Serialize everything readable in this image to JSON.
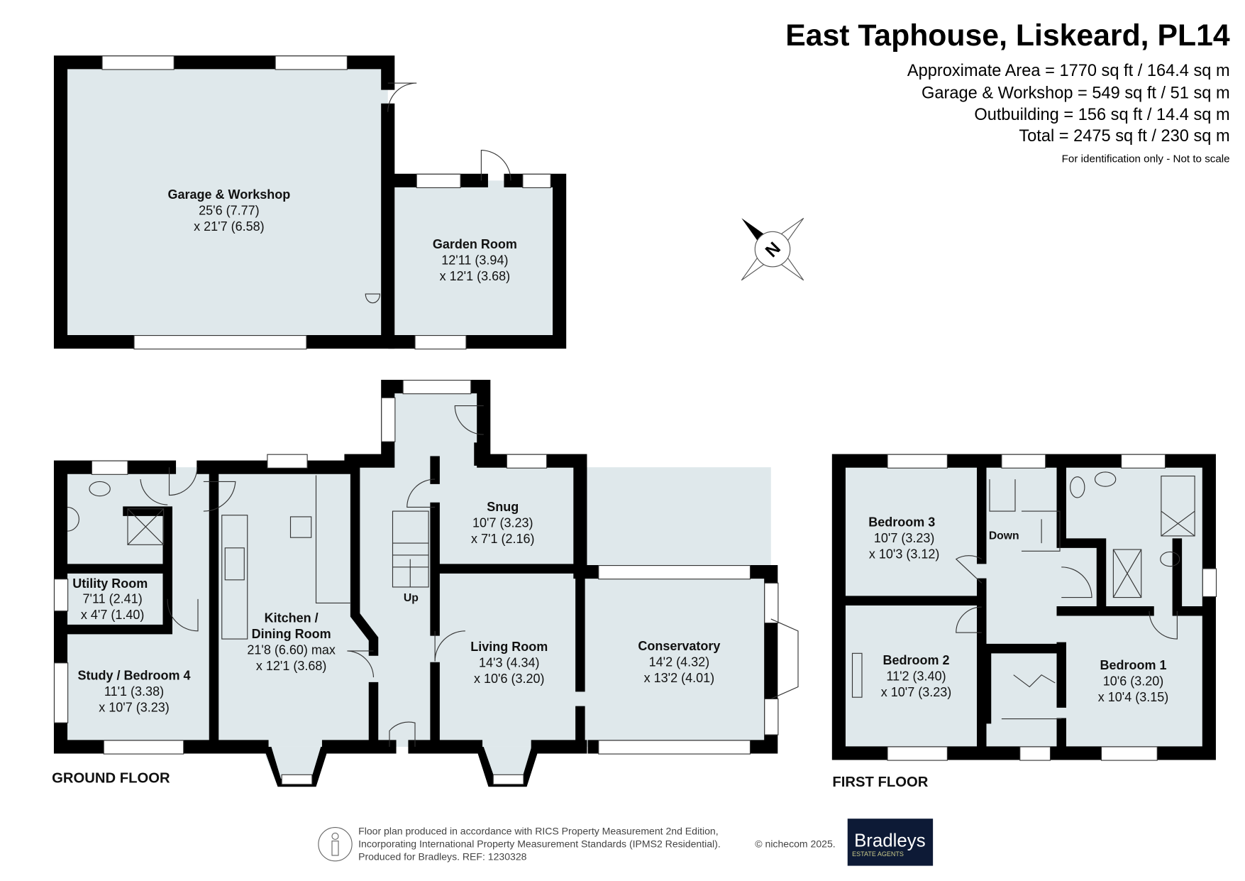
{
  "header": {
    "title": "East Taphouse, Liskeard, PL14",
    "areas": [
      "Approximate Area = 1770 sq ft / 164.4 sq m",
      "Garage & Workshop = 549 sq ft / 51 sq m",
      "Outbuilding = 156 sq ft / 14.4 sq m",
      "Total = 2475 sq ft / 230 sq m"
    ],
    "note": "For identification only - Not to scale"
  },
  "compass": {
    "label": "N"
  },
  "rooms": {
    "garage": {
      "name": "Garage & Workshop",
      "dim1": "25'6 (7.77)",
      "dim2": "x 21'7 (6.58)"
    },
    "garden_room": {
      "name": "Garden Room",
      "dim1": "12'11 (3.94)",
      "dim2": "x 12'1 (3.68)"
    },
    "utility": {
      "name": "Utility Room",
      "dim1": "7'11 (2.41)",
      "dim2": "x 4'7 (1.40)"
    },
    "study": {
      "name": "Study / Bedroom 4",
      "dim1": "11'1 (3.38)",
      "dim2": "x 10'7 (3.23)"
    },
    "kitchen": {
      "name1": "Kitchen /",
      "name2": "Dining Room",
      "dim1": "21'8 (6.60) max",
      "dim2": "x 12'1 (3.68)"
    },
    "snug": {
      "name": "Snug",
      "dim1": "10'7 (3.23)",
      "dim2": "x 7'1 (2.16)"
    },
    "living": {
      "name": "Living Room",
      "dim1": "14'3 (4.34)",
      "dim2": "x 10'6 (3.20)"
    },
    "conservatory": {
      "name": "Conservatory",
      "dim1": "14'2 (4.32)",
      "dim2": "x 13'2 (4.01)"
    },
    "bedroom3": {
      "name": "Bedroom 3",
      "dim1": "10'7 (3.23)",
      "dim2": "x 10'3 (3.12)"
    },
    "bedroom2": {
      "name": "Bedroom 2",
      "dim1": "11'2 (3.40)",
      "dim2": "x 10'7 (3.23)"
    },
    "bedroom1": {
      "name": "Bedroom 1",
      "dim1": "10'6 (3.20)",
      "dim2": "x 10'4 (3.15)"
    }
  },
  "stairs": {
    "up": "Up",
    "down": "Down"
  },
  "floors": {
    "ground": "GROUND FLOOR",
    "first": "FIRST FLOOR"
  },
  "footer": {
    "lines": [
      "Floor plan produced in accordance with RICS Property Measurement 2nd Edition,",
      "Incorporating International Property Measurement Standards (IPMS2 Residential).",
      "Produced for Bradleys.   REF: 1230328"
    ],
    "copyright": "© nichecom 2025.",
    "logo_name": "Bradleys",
    "logo_sub": "ESTATE AGENTS",
    "logo_bg": "#0d1a36",
    "logo_sub_color": "#c9c98a"
  }
}
